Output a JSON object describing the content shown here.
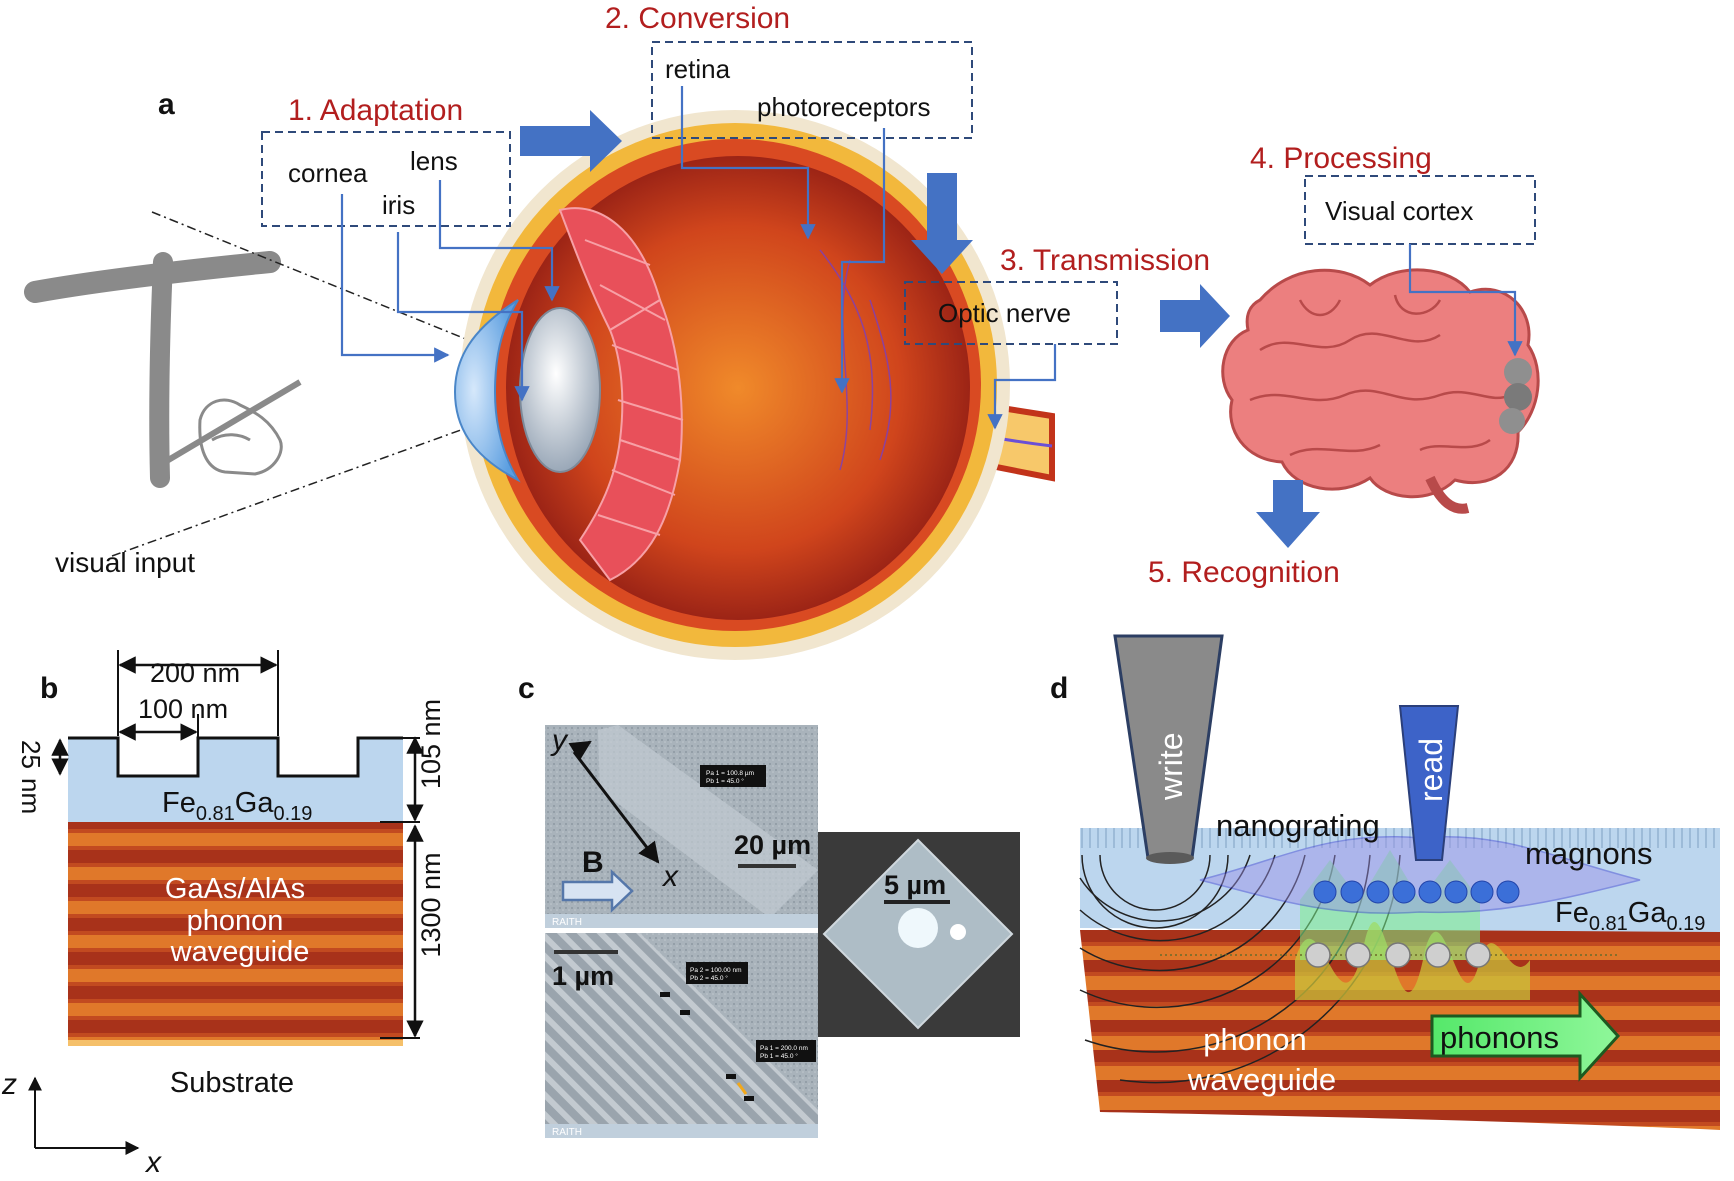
{
  "panels": {
    "a": {
      "letter": "a",
      "visual_input": "visual input",
      "steps": {
        "adaptation": "1. Adaptation",
        "conversion": "2. Conversion",
        "transmission": "3. Transmission",
        "processing": "4. Processing",
        "recognition": "5. Recognition"
      },
      "labels": {
        "cornea": "cornea",
        "lens": "lens",
        "iris": "iris",
        "retina": "retina",
        "photoreceptors": "photoreceptors",
        "optic_nerve": "Optic nerve",
        "visual_cortex": "Visual cortex"
      }
    },
    "b": {
      "letter": "b",
      "dim_200": "200 nm",
      "dim_100": "100 nm",
      "dim_25": "25",
      "dim_25_unit": "nm",
      "dim_105": "105 nm",
      "dim_1300": "1300 nm",
      "film_base": "Fe",
      "film_sub1": "0.81",
      "film_mid": "Ga",
      "film_sub2": "0.19",
      "waveguide": [
        "GaAs/AlAs",
        "phonon",
        "waveguide"
      ],
      "substrate": "Substrate",
      "axis_z": "z",
      "axis_x": "x"
    },
    "c": {
      "letter": "c",
      "axis_y": "y",
      "axis_x": "x",
      "field": "B",
      "scale_20": "20 µm",
      "scale_1": "1 µm",
      "scale_5": "5 µm",
      "brand_top": "RAITH",
      "brand_bottom": "RAITH",
      "box1": [
        "Pa 1 = 100.8 µm",
        "Pb 1 = 45.0 °"
      ],
      "box2": [
        "Pa 2 = 100.00 nm",
        "Pb 2 = 45.0 °"
      ],
      "box3": [
        "Pa 1 = 200.0 nm",
        "Pb 1 = 45.0 °"
      ]
    },
    "d": {
      "letter": "d",
      "write": "write",
      "read": "read",
      "nanograting": "nanograting",
      "magnons": "magnons",
      "film_base": "Fe",
      "film_sub1": "0.81",
      "film_mid": "Ga",
      "film_sub2": "0.19",
      "phonons": "phonons",
      "waveguide": [
        "phonon",
        "waveguide"
      ]
    }
  },
  "colors": {
    "step_red": "#b21e1e",
    "arrow_blue": "#4472c4",
    "film_blue": "#bcd6ee",
    "stripe_dark": "#a8321a",
    "stripe_light": "#e0782a",
    "substrate": "#f5c06a",
    "phonon_green": "#66f07a"
  }
}
